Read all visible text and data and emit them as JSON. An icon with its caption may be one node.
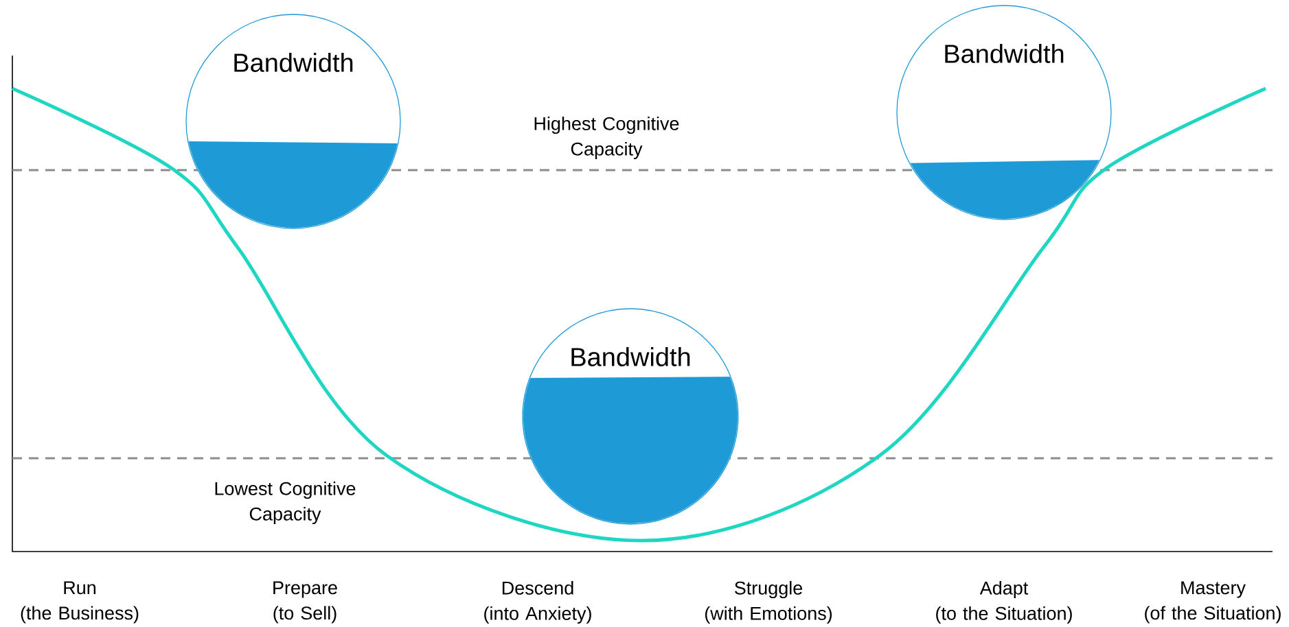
{
  "diagram": {
    "nodes": [
      {
        "text": [
          "Bandwidth"
        ]
      },
      {
        "text": [
          "Bandwidth"
        ]
      },
      {
        "text": [
          "Bandwidth"
        ]
      }
    ],
    "labels": [
      "Highest Cognitive Capacity",
      "Lowest Cognitive Capacity",
      "Run (the Business)",
      "Prepare (to Sell)",
      "Descend (into Anxiety)",
      "Struggle (with Emotions)",
      "Adapt (to the Situation)",
      "Mastery (of the Situation)"
    ]
  }
}
